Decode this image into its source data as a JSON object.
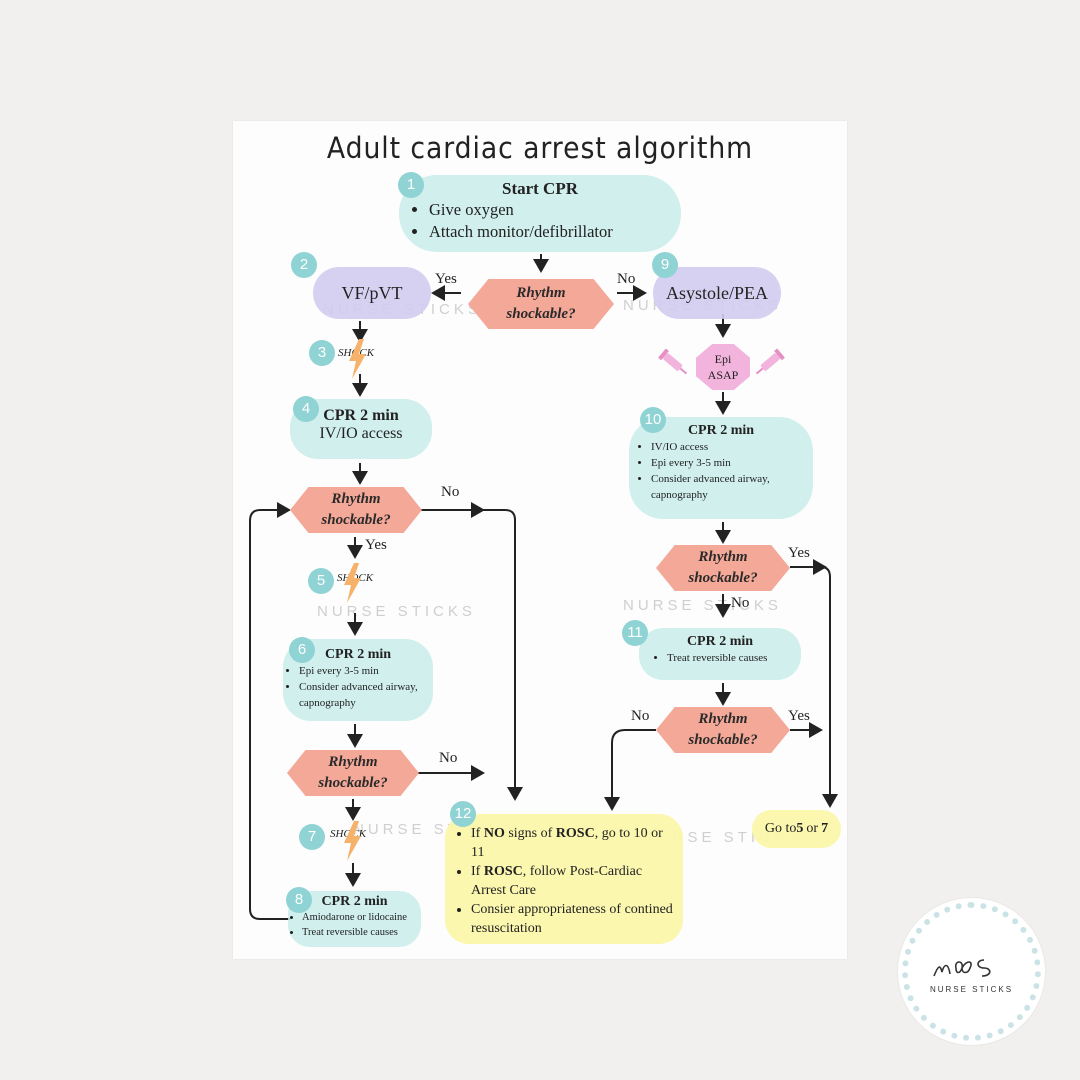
{
  "title": "Adult cardiac arrest algorithm",
  "watermark": "NURSE STICKS",
  "steps": {
    "s1": {
      "num": "1",
      "heading": "Start CPR",
      "items": [
        "Give oxygen",
        "Attach monitor/defibrillator"
      ]
    },
    "s2": {
      "num": "2",
      "label": "VF/pVT"
    },
    "s3": {
      "num": "3",
      "label": "SHOCK"
    },
    "s4": {
      "num": "4",
      "heading": "CPR 2 min",
      "sub": "IV/IO access"
    },
    "s5": {
      "num": "5",
      "label": "SHOCK"
    },
    "s6": {
      "num": "6",
      "heading": "CPR 2 min",
      "items": [
        "Epi every 3-5 min",
        "Consider advanced airway, capnography"
      ]
    },
    "s7": {
      "num": "7",
      "label": "SHOCK"
    },
    "s8": {
      "num": "8",
      "heading": "CPR 2 min",
      "items": [
        "Amiodarone or lidocaine",
        "Treat reversible causes"
      ]
    },
    "s9": {
      "num": "9",
      "label": "Asystole/PEA"
    },
    "epi": {
      "line1": "Epi",
      "line2": "ASAP"
    },
    "s10": {
      "num": "10",
      "heading": "CPR 2 min",
      "items": [
        "IV/IO access",
        "Epi every 3-5 min",
        "Consider advanced airway, capnography"
      ]
    },
    "s11": {
      "num": "11",
      "heading": "CPR 2 min",
      "items": [
        "Treat reversible causes"
      ]
    },
    "s12": {
      "num": "12",
      "item1": {
        "a": "If ",
        "b": "NO",
        "c": " signs of ",
        "d": "ROSC",
        "e": ", go to 10 or 11"
      },
      "item2": {
        "a": "If ",
        "b": "ROSC",
        "c": ", follow Post-Cardiac Arrest Care"
      },
      "item3": "Consier appropriateness of contined resuscitation"
    },
    "goto": {
      "a": "Go to ",
      "b": "5",
      "c": " or ",
      "d": "7"
    }
  },
  "decision": {
    "line1": "Rhythm",
    "line2": "shockable?"
  },
  "labels": {
    "yes": "Yes",
    "no": "No"
  },
  "logo": {
    "text": "NURSE STICKS"
  },
  "colors": {
    "teal": "#c8ecea",
    "lavender": "#d3ccf0",
    "salmon": "#f3a898",
    "yellow": "#fbf7aa",
    "number_badge": "#8fd3d4",
    "bolt": "#f6b26b",
    "epi": "#f2b4dc"
  }
}
